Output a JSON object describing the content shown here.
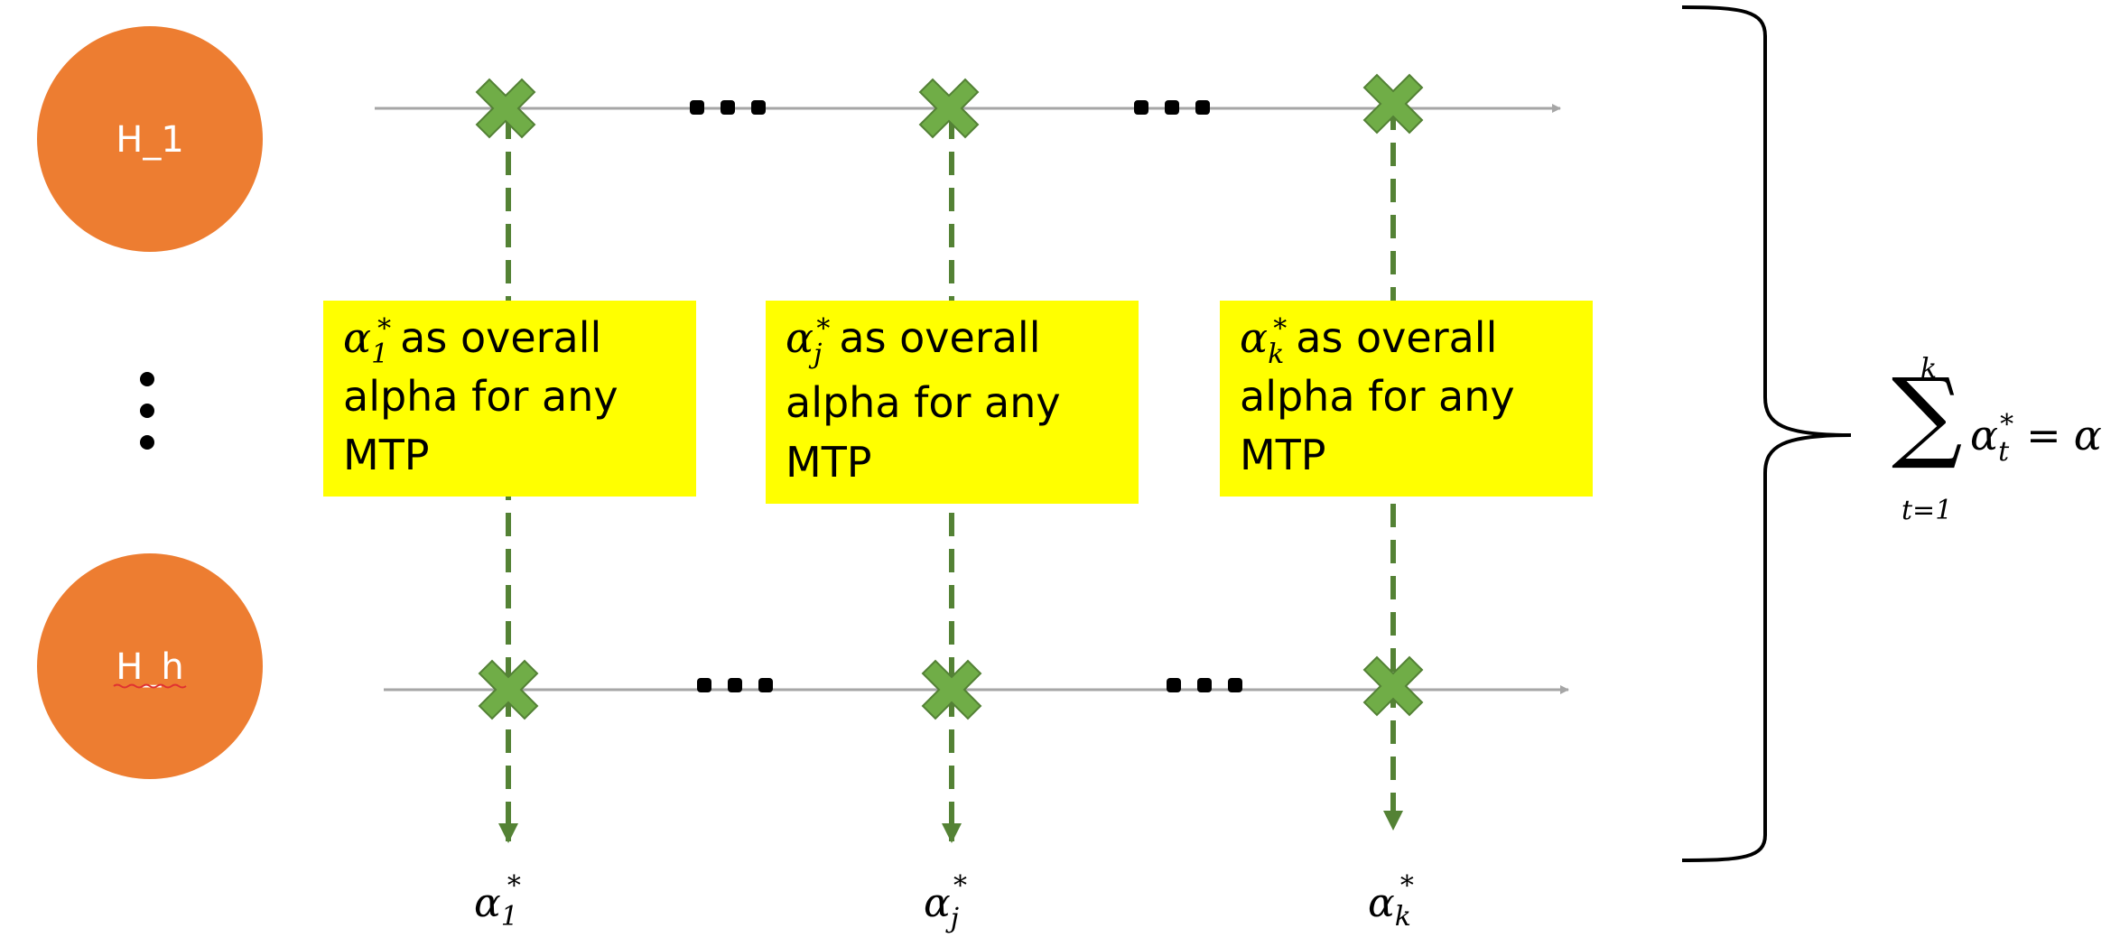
{
  "colors": {
    "hypothesis_fill": "#ED7D31",
    "marker_fill": "#70AD47",
    "marker_stroke": "#538135",
    "dash_line": "#548235",
    "timeline": "#A6A6A6",
    "box_fill": "#FFFF00",
    "spellcheck_underline": "#E03131"
  },
  "hypotheses": [
    {
      "label": "H_1"
    },
    {
      "label": "H_h"
    }
  ],
  "vertical_ellipsis": "⋮",
  "timeline_ellipsis": "•••",
  "columns": [
    {
      "symbol": "α",
      "subscript": "1",
      "superscript": "*",
      "box_lines": [
        "as overall",
        "alpha for any",
        "MTP"
      ]
    },
    {
      "symbol": "α",
      "subscript": "j",
      "superscript": "*",
      "box_lines": [
        "as overall",
        "alpha for any",
        "MTP"
      ]
    },
    {
      "symbol": "α",
      "subscript": "k",
      "superscript": "*",
      "box_lines": [
        "as overall",
        "alpha for any",
        "MTP"
      ]
    }
  ],
  "sum_formula": {
    "sigma": "∑",
    "upper_limit": "k",
    "lower_limit": "t=1",
    "term_symbol": "α",
    "term_subscript": "t",
    "term_superscript": "*",
    "equals": "=",
    "rhs": "α"
  }
}
